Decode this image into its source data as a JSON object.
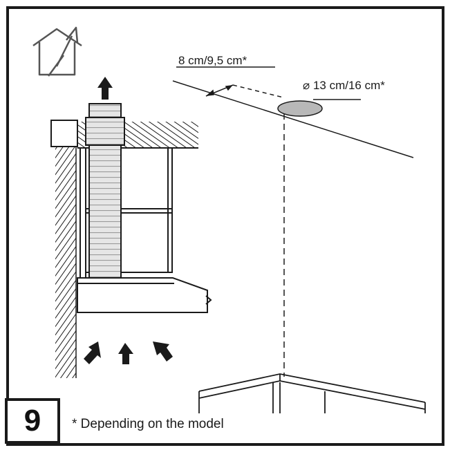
{
  "figure": {
    "step_number": "9",
    "duct_offset_label": "8 cm/9,5 cm*",
    "duct_diameter_label": "⌀ 13 cm/16 cm*",
    "footnote": "* Depending on the model",
    "icon": "house-exhaust-icon"
  },
  "colors": {
    "line": "#1a1a1a",
    "duct_fill": "#e6e6e6",
    "opening_fill": "#b8b8b8",
    "background": "#ffffff"
  }
}
